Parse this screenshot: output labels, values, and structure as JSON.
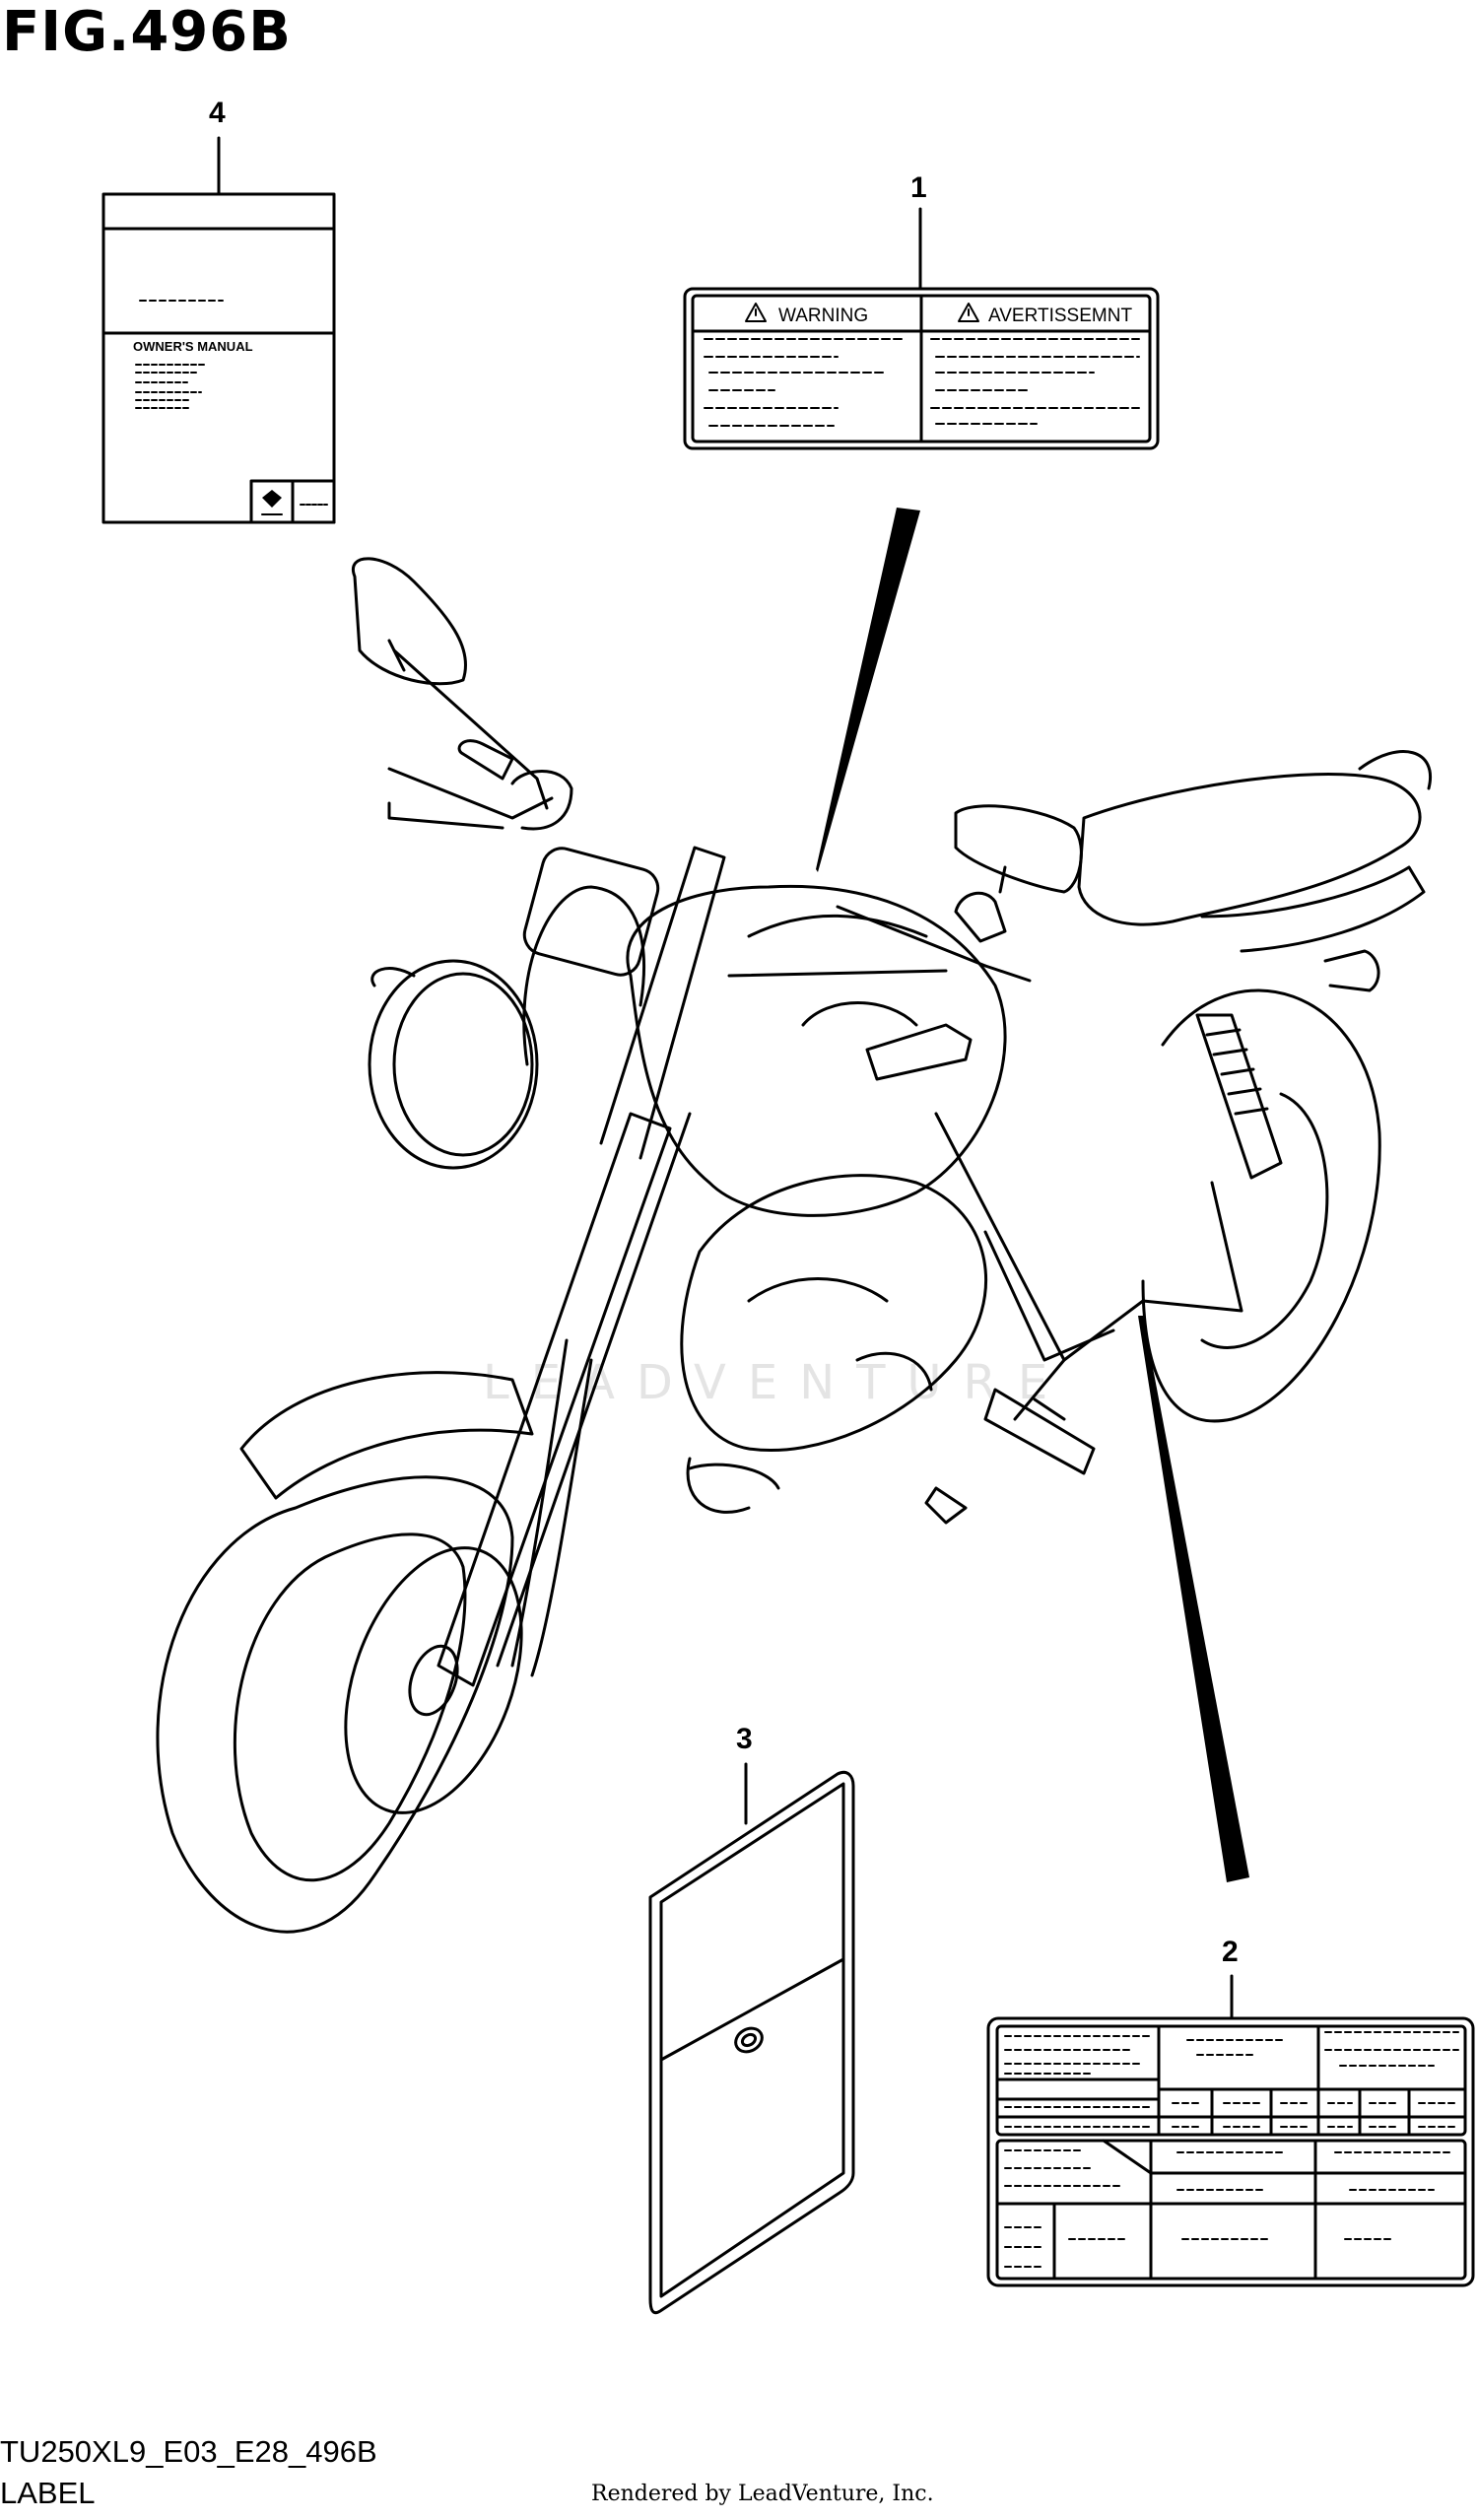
{
  "figure": {
    "title": "FIG.496B",
    "code": "TU250XL9_E03_E28_496B",
    "section": "LABEL"
  },
  "callouts": [
    "1",
    "2",
    "3",
    "4"
  ],
  "label_1": {
    "left_header": "WARNING",
    "right_header": "AVERTISSEMNT"
  },
  "label_4": {
    "manual_title": "OWNER'S MANUAL"
  },
  "watermark": "LEADVENTURE",
  "rendered_by": "Rendered by LeadVenture, Inc."
}
